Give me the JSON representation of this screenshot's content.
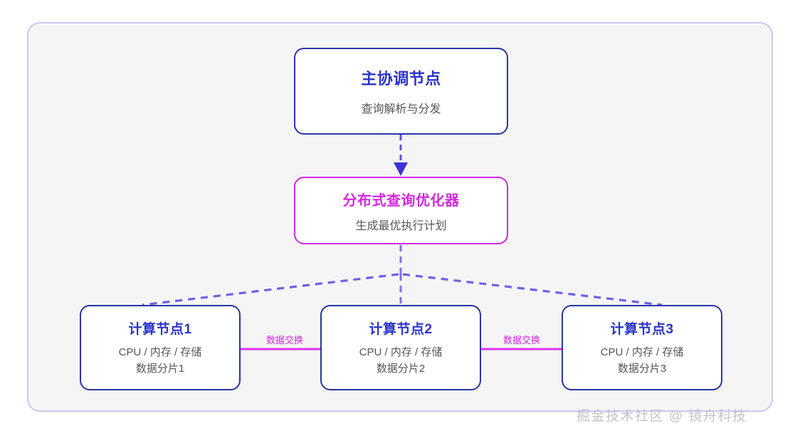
{
  "diagram": {
    "type": "architecture-flow",
    "colors": {
      "blue_border": "#2b35a5",
      "blue_title": "#2b35c8",
      "magenta": "#d12ae0",
      "subtitle_gray": "#56565c",
      "frame_border": "#cdc6f2",
      "frame_fill": "#f5f5f6",
      "dashed_arrow": "#5b53e0",
      "watermark": "#c2c2cc"
    },
    "nodes": {
      "coordinator": {
        "title": "主协调节点",
        "subtitle": "查询解析与分发"
      },
      "optimizer": {
        "title": "分布式查询优化器",
        "subtitle": "生成最优执行计划"
      },
      "compute": [
        {
          "title": "计算节点1",
          "resources": "CPU / 内存 / 存储",
          "shard": "数据分片1"
        },
        {
          "title": "计算节点2",
          "resources": "CPU / 内存 / 存储",
          "shard": "数据分片2"
        },
        {
          "title": "计算节点3",
          "resources": "CPU / 内存 / 存储",
          "shard": "数据分片3"
        }
      ]
    },
    "edges": [
      {
        "from": "coordinator",
        "to": "optimizer",
        "style": "dashed-arrow",
        "label": ""
      },
      {
        "from": "optimizer",
        "to": "compute-1",
        "style": "dashed",
        "label": ""
      },
      {
        "from": "optimizer",
        "to": "compute-2",
        "style": "dashed",
        "label": ""
      },
      {
        "from": "optimizer",
        "to": "compute-3",
        "style": "dashed",
        "label": ""
      },
      {
        "from": "compute-1",
        "to": "compute-2",
        "style": "solid-magenta",
        "label": "数据交换"
      },
      {
        "from": "compute-2",
        "to": "compute-3",
        "style": "solid-magenta",
        "label": "数据交换"
      }
    ],
    "edge_labels": {
      "exchange_1": "数据交换",
      "exchange_2": "数据交换"
    }
  },
  "watermark": {
    "text": "掘金技术社区 @ 镜舟科技"
  }
}
